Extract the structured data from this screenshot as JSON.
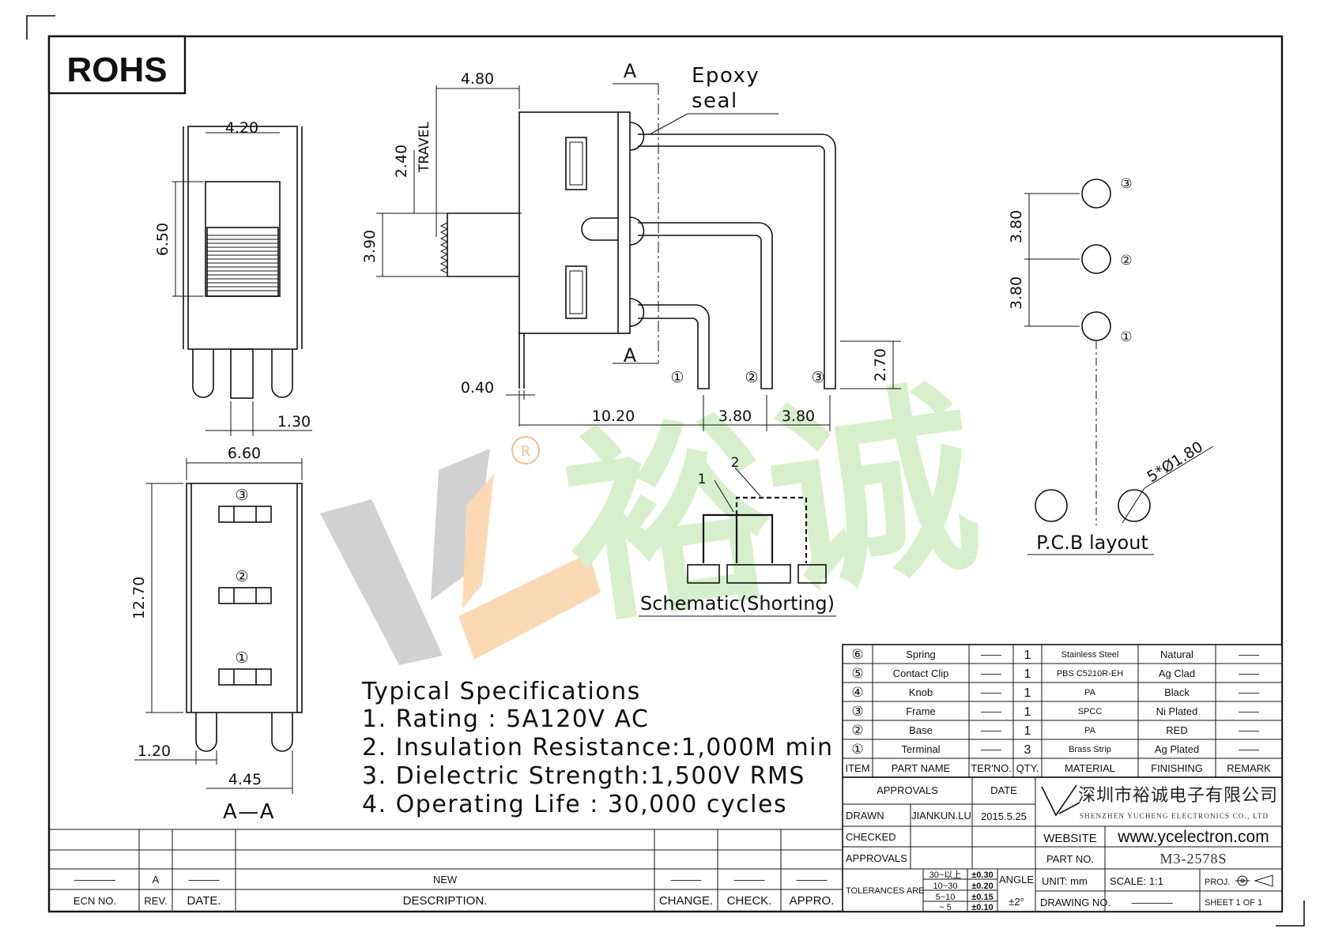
{
  "brand": {
    "rohs": "ROHS",
    "watermark_cn": "裕诚",
    "registered": "R",
    "company_cn": "深圳市裕诚电子有限公司",
    "company_en": "SHENZHEN YUCHENG ELECTRONICS CO., LTD",
    "website": "www.ycelectron.com",
    "colors": {
      "grey": "#c9c9c9",
      "orange": "#fbd3ad",
      "green": "#d8f0cc"
    }
  },
  "dimensions": {
    "top_w": "4.20",
    "top_h": "6.50",
    "pin_pitch": "1.30",
    "width": "6.60",
    "height": "12.70",
    "pin_w": "1.20",
    "pin_span": "4.45",
    "section": "A—A",
    "lever": "4.80",
    "travel": "2.40",
    "travel_label": "TRAVEL",
    "knob_h": "3.90",
    "lead_t": "0.40",
    "offset": "10.20",
    "pitch1": "3.80",
    "pitch2": "3.80",
    "lead_len": "2.70",
    "cut_a": "A",
    "epoxy1": "Epoxy",
    "epoxy2": "seal",
    "pcb_p1": "3.80",
    "pcb_p2": "3.80",
    "hole": "5*Ø1.80",
    "pcb_label": "P.C.B layout",
    "schem_label": "Schematic(Shorting)",
    "schem_1": "1",
    "schem_2": "2",
    "pin_nums": [
      "①",
      "②",
      "③"
    ]
  },
  "specs": {
    "title": "Typical Specifications",
    "lines": [
      "1. Rating : 5A120V AC",
      "2. Insulation Resistance:1,000M min",
      "3. Dielectric Strength:1,500V RMS",
      "4. Operating Life : 30,000 cycles"
    ]
  },
  "bom": {
    "rows": [
      {
        "item": "⑥",
        "part": "Spring",
        "ter": "——",
        "qty": "1",
        "material": "Stainless Steel",
        "finishing": "Natural",
        "remark": "——"
      },
      {
        "item": "⑤",
        "part": "Contact Clip",
        "ter": "——",
        "qty": "1",
        "material": "PBS C5210R-EH",
        "finishing": "Ag Clad",
        "remark": "——"
      },
      {
        "item": "④",
        "part": "Knob",
        "ter": "——",
        "qty": "1",
        "material": "PA",
        "finishing": "Black",
        "remark": "——"
      },
      {
        "item": "③",
        "part": "Frame",
        "ter": "——",
        "qty": "1",
        "material": "SPCC",
        "finishing": "Ni Plated",
        "remark": "——"
      },
      {
        "item": "②",
        "part": "Base",
        "ter": "——",
        "qty": "1",
        "material": "PA",
        "finishing": "RED",
        "remark": "——"
      },
      {
        "item": "①",
        "part": "Terminal",
        "ter": "——",
        "qty": "3",
        "material": "Brass Strip",
        "finishing": "Ag Plated",
        "remark": "——"
      }
    ],
    "headers": {
      "item": "ITEM",
      "part": "PART NAME",
      "ter": "TER'NO.",
      "qty": "QTY.",
      "material": "MATERIAL",
      "finishing": "FINISHING",
      "remark": "REMARK"
    }
  },
  "titleblock": {
    "approvals": "APPROVALS",
    "date": "DATE",
    "drawn": "DRAWN",
    "drawn_by": "JIANKUN.LU",
    "drawn_date": "2015.5.25",
    "checked": "CHECKED",
    "approvals2": "APPROVALS",
    "website_label": "WEBSITE",
    "partno_label": "PART NO.",
    "partno": "M3-2578S",
    "tolerances": "TOLERANCES ARE",
    "tol_ranges": [
      "30~以上",
      "10~30",
      "5~10",
      "~ 5"
    ],
    "tol_values": [
      "±0.30",
      "±0.20",
      "±0.15",
      "±0.10"
    ],
    "angle": "ANGLE",
    "angle_tol": "±2°",
    "unit": "UNIT:  mm",
    "scale": "SCALE:    1:1",
    "proj": "PROJ.",
    "drawing_no": "DRAWING  NO.",
    "drawing_no_val": "————",
    "sheet": "SHEET    1   OF   1"
  },
  "revision": {
    "ecn": "ECN NO.",
    "rev": "REV.",
    "date": "DATE.",
    "description": "DESCRIPTION.",
    "change": "CHANGE.",
    "check": "CHECK.",
    "appro": "APPRO.",
    "row_ecn": "————",
    "row_rev": "A",
    "row_date": "———",
    "row_desc": "NEW",
    "row_change": "———",
    "row_check": "———",
    "row_appro": "———"
  }
}
